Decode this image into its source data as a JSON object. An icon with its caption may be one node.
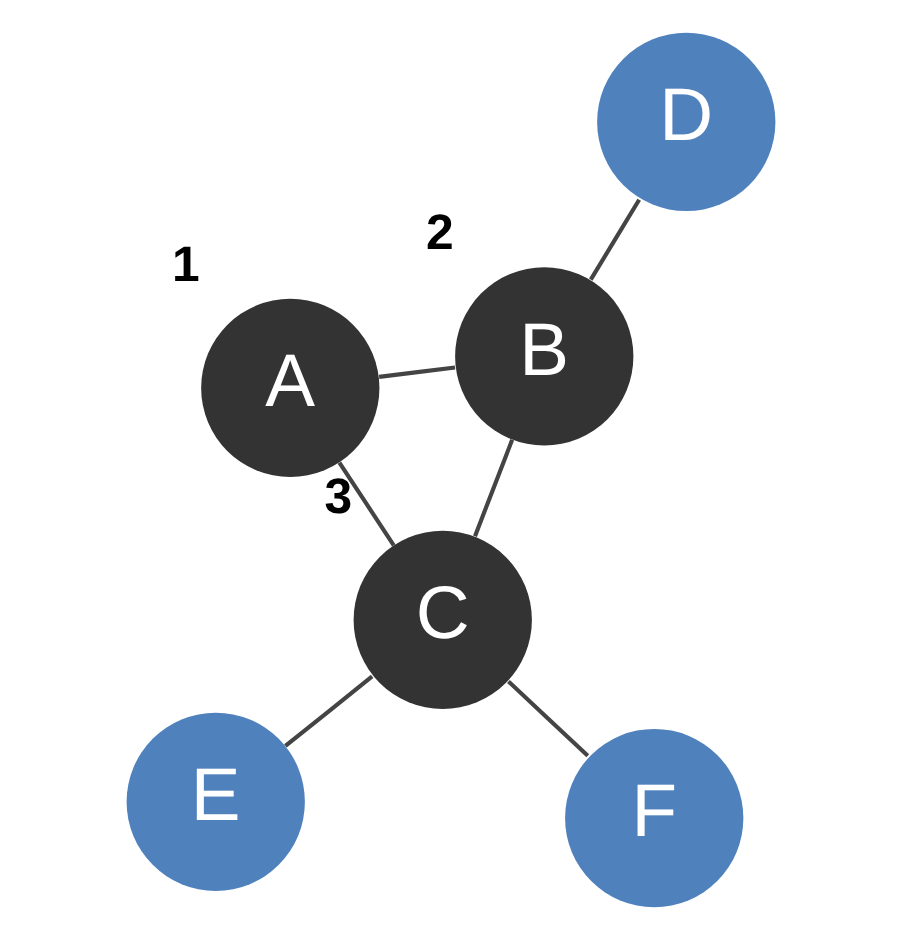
{
  "diagram": {
    "nodes": [
      {
        "text": [
          "A"
        ],
        "beside": [
          "1"
        ]
      },
      {
        "text": [
          "B"
        ],
        "beside": [
          "2"
        ]
      },
      {
        "text": [
          "C"
        ],
        "beside": [
          "3"
        ]
      },
      {
        "text": [
          "D"
        ]
      },
      {
        "text": [
          "F"
        ]
      },
      {
        "text": [
          "E"
        ]
      }
    ],
    "edges": [
      {
        "from": 0,
        "to": 1,
        "arrow": "none"
      },
      {
        "from": 0,
        "to": 2,
        "arrow": "none"
      },
      {
        "from": 1,
        "to": 2,
        "arrow": "none"
      },
      {
        "from": 1,
        "to": 3,
        "arrow": "none"
      },
      {
        "from": 2,
        "to": 4,
        "arrow": "none"
      },
      {
        "from": 2,
        "to": 5,
        "arrow": "none"
      }
    ]
  }
}
